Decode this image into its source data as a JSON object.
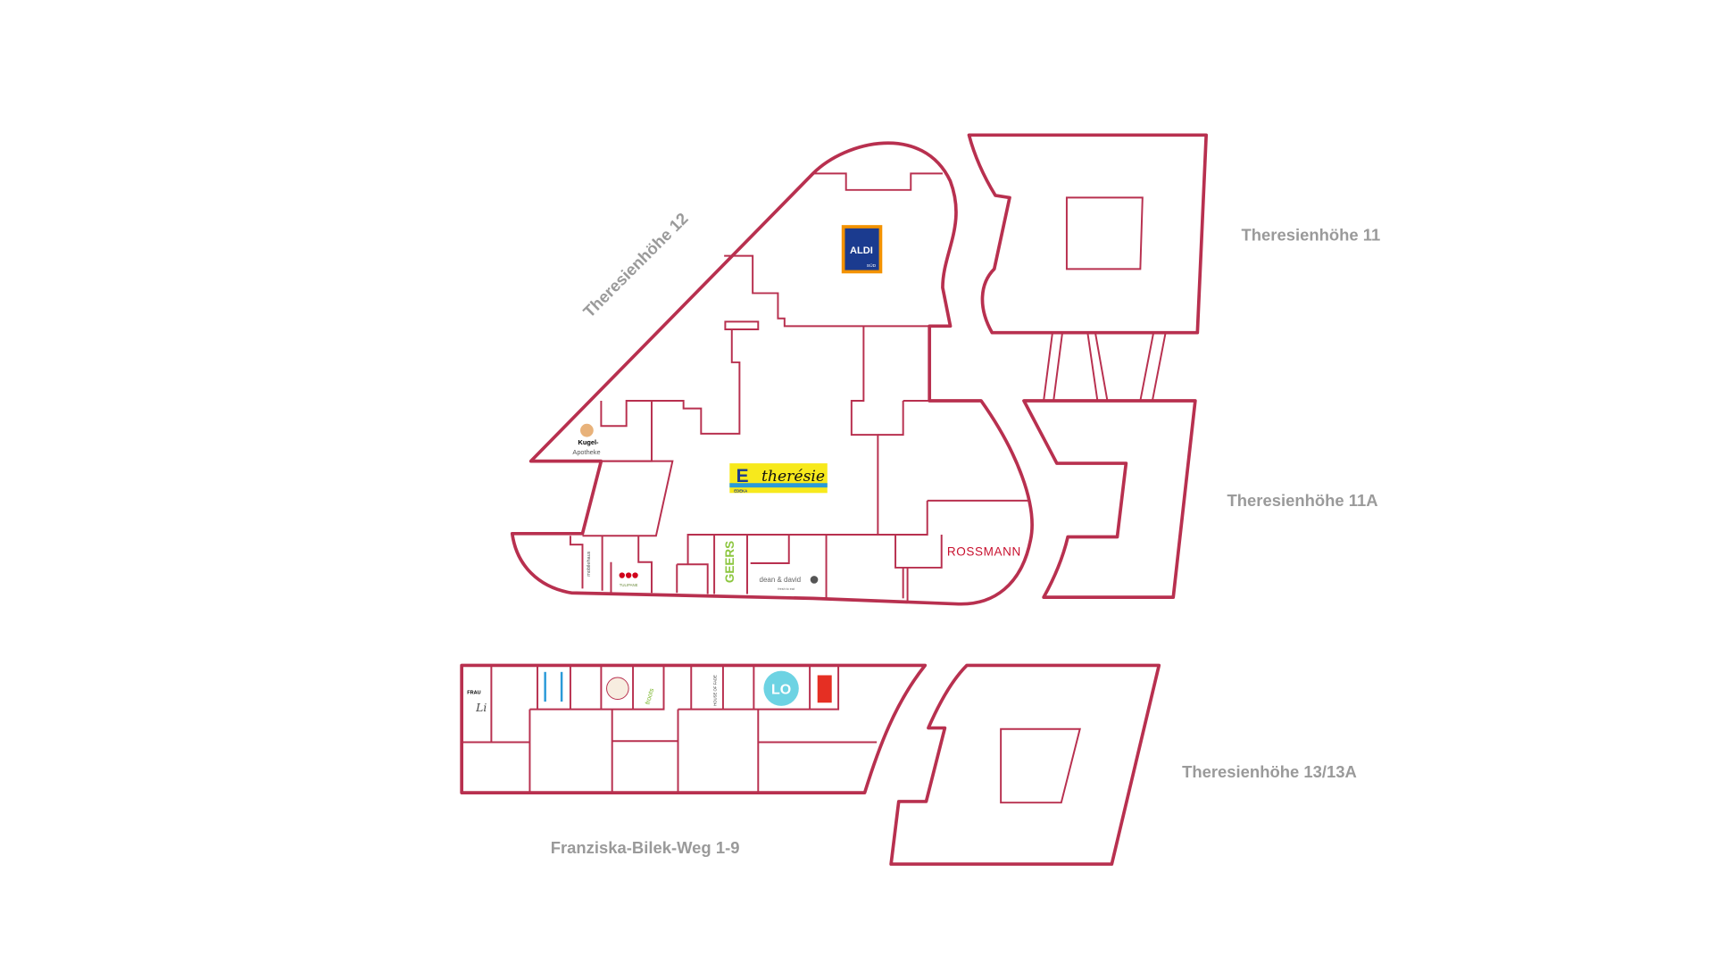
{
  "colors": {
    "outline": "#b8304f",
    "label": "#9a9a9a",
    "aldi_blue": "#1b3b8f",
    "aldi_orange": "#f39200",
    "edeka_yellow": "#f7e91c",
    "edeka_blue": "#2a9ad8",
    "rossmann_red": "#c8102e",
    "geers_green": "#8cc63f",
    "lo_cyan": "#6dd3e3"
  },
  "buildings": {
    "b12": "Theresienhöhe 12",
    "b11": "Theresienhöhe 11",
    "b11a": "Theresienhöhe 11A",
    "b13": "Theresienhöhe 13/13A",
    "franziska": "Franziska-Bilek-Weg 1-9"
  },
  "stores": {
    "aldi": "ALDI",
    "aldi_sub": "SÜD",
    "apotheke_1": "Kugel-",
    "apotheke_2": "Apotheke",
    "edeka_e": "E",
    "edeka": "EDEKA",
    "edeka_name": "therésie",
    "rossmann": "ROSSMANN",
    "geers": "GEERS",
    "dean_david": "dean & david",
    "dean_david_sub": "fresh to eat",
    "tulipane": "TULIPANE",
    "mobile": "mobilehaus",
    "frau_li_1": "FRAU",
    "frau_li_2": "Li",
    "house_of_fade": "HOUSE OF FADE",
    "froots": "froots",
    "lo": "LO"
  }
}
